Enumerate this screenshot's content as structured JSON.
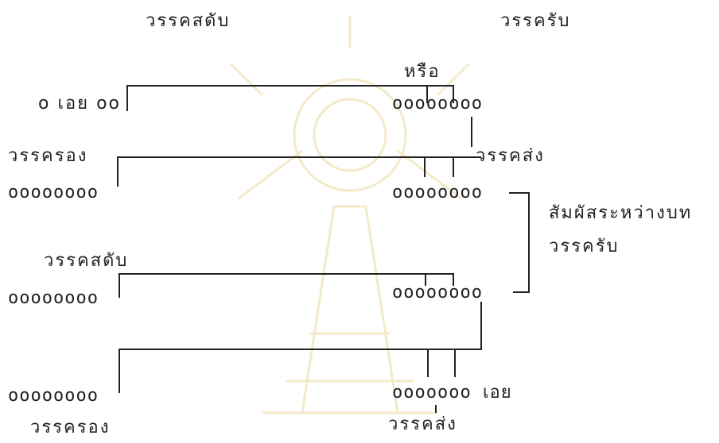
{
  "labels": {
    "header_left": "วรรคสดับ",
    "header_right": "วรรครับ",
    "or_word": "หรือ",
    "row1_left": "o เอย oo",
    "row1_right": "oooooooo",
    "row2_left_label": "วรรครอง",
    "row2_right_label": "วรรคส่ง",
    "row2_left": "oooooooo",
    "row2_right": "oooooooo",
    "side_label_line1": "สัมผัสระหว่างบท",
    "side_label_line2": "วรรครับ",
    "row3_left_label": "วรรคสดับ",
    "row3_left": "oooooooo",
    "row3_right": "oooooooo",
    "row4_left": "oooooooo",
    "row4_right": "ooooooo เอย",
    "bottom_left": "วรรครอง",
    "bottom_right": "วรรคส่ง"
  },
  "colors": {
    "ink": "#222222",
    "watermark": "#f3e8c4"
  }
}
